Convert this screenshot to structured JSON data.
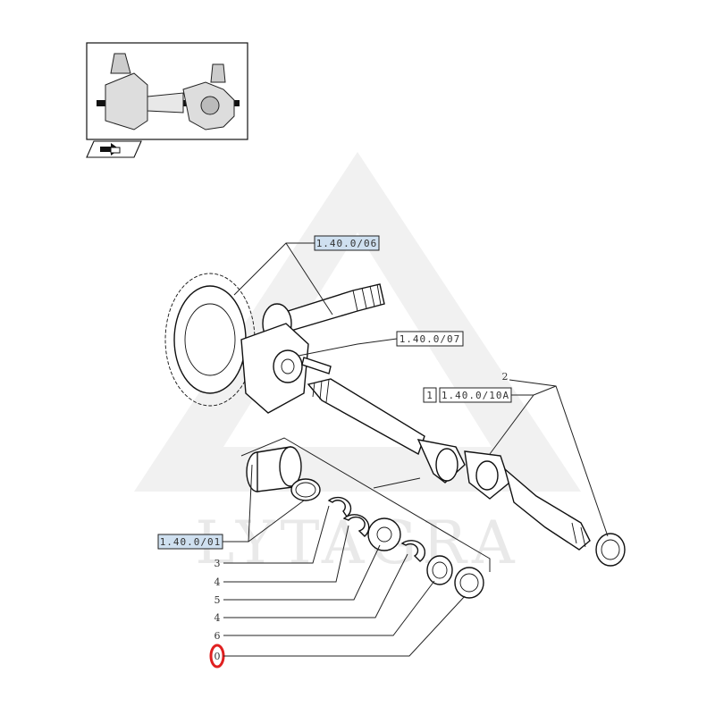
{
  "watermark": "LYTAGRA",
  "references": {
    "ref_top": "1.40.0/06",
    "ref_mid": "1.40.0/07",
    "ref_shaft_qty": "1",
    "ref_shaft": "1.40.0/10A",
    "ref_left": "1.40.0/01"
  },
  "callouts": {
    "seal": "2",
    "list": [
      "3",
      "4",
      "5",
      "4",
      "6",
      "0"
    ]
  },
  "colors": {
    "highlight_box": "#cfe0f0",
    "selected_marker": "#e02020"
  },
  "icons": {
    "thumbnail_nav": "arrow-right-icon"
  }
}
